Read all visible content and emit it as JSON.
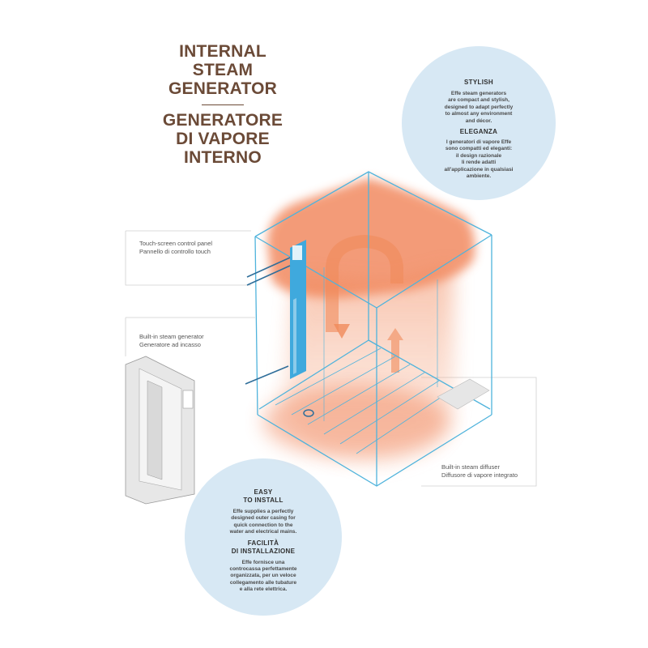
{
  "title": {
    "en": [
      "INTERNAL",
      "STEAM",
      "GENERATOR"
    ],
    "it": [
      "GENERATORE",
      "DI VAPORE",
      "INTERNO"
    ]
  },
  "stylish": {
    "heading_en": "STYLISH",
    "body_en": [
      "Effe steam generators",
      "are compact and stylish,",
      "designed to adapt perfectly",
      "to almost any environment",
      "and décor."
    ],
    "heading_it": "ELEGANZA",
    "body_it": [
      "I generatori di vapore Effe",
      "sono compatti ed eleganti:",
      "il design razionale",
      "li rende adatti",
      "all'applicazione in qualsiasi",
      "ambiente."
    ]
  },
  "easy": {
    "heading_en": [
      "EASY",
      "TO INSTALL"
    ],
    "body_en": [
      "Effe supplies a perfectly",
      "designed outer casing for",
      "quick connection to the",
      "water and electrical mains."
    ],
    "heading_it": [
      "FACILITÀ",
      "DI INSTALLAZIONE"
    ],
    "body_it": [
      "Effe fornisce una",
      "controcassa perfettamente",
      "organizzata, per un veloce",
      "collegamento alle tubature",
      "e alla rete elettrica."
    ]
  },
  "callouts": {
    "panel": [
      "Touch-screen control panel",
      "Pannello di controllo touch"
    ],
    "generator": [
      "Built-in steam generator",
      "Generatore ad incasso"
    ],
    "diffuser": [
      "Built-in steam diffuser",
      "Diffusore di vapore integrato"
    ]
  },
  "colors": {
    "title": "#6b4a37",
    "circle": "#d7e8f4",
    "glass": "#4fb3dc",
    "steam": "#f07a4c",
    "panel": "#3fa9dd"
  }
}
